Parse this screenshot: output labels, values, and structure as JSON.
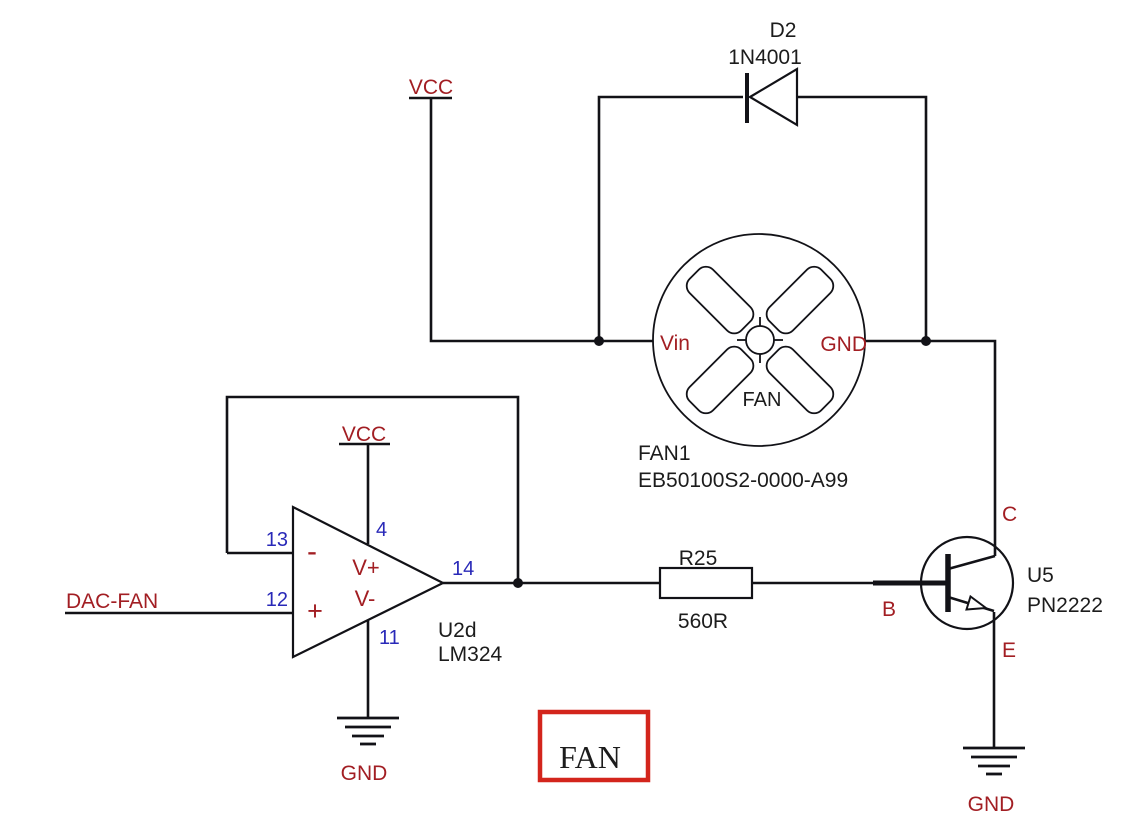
{
  "sheet_title": "FAN",
  "colors": {
    "wire": "#121217",
    "label_red": "#A21E23",
    "pin_blue": "#2929B8",
    "text_black": "#1c1c1c",
    "title_box_red": "#D3251C"
  },
  "nets": {
    "vcc_top": "VCC",
    "vcc_opamp": "VCC",
    "gnd_opamp": "GND",
    "gnd_right": "GND",
    "input": "DAC-FAN"
  },
  "components": {
    "diode": {
      "ref": "D2",
      "part": "1N4001"
    },
    "fan": {
      "ref": "FAN1",
      "part": "EB50100S2-0000-A99",
      "symbol_label": "FAN",
      "pin_left": "Vin",
      "pin_right": "GND"
    },
    "opamp": {
      "ref": "U2d",
      "part": "LM324",
      "pins": {
        "inv": "13",
        "noninv": "12",
        "vplus_pin": "4",
        "vminus_pin": "11",
        "out": "14"
      },
      "labels": {
        "minus": "-",
        "plus": "+",
        "vplus": "V+",
        "vminus": "V-"
      }
    },
    "resistor": {
      "ref": "R25",
      "value": "560R"
    },
    "transistor": {
      "ref": "U5",
      "part": "PN2222",
      "pins": {
        "collector": "C",
        "base": "B",
        "emitter": "E"
      }
    }
  }
}
